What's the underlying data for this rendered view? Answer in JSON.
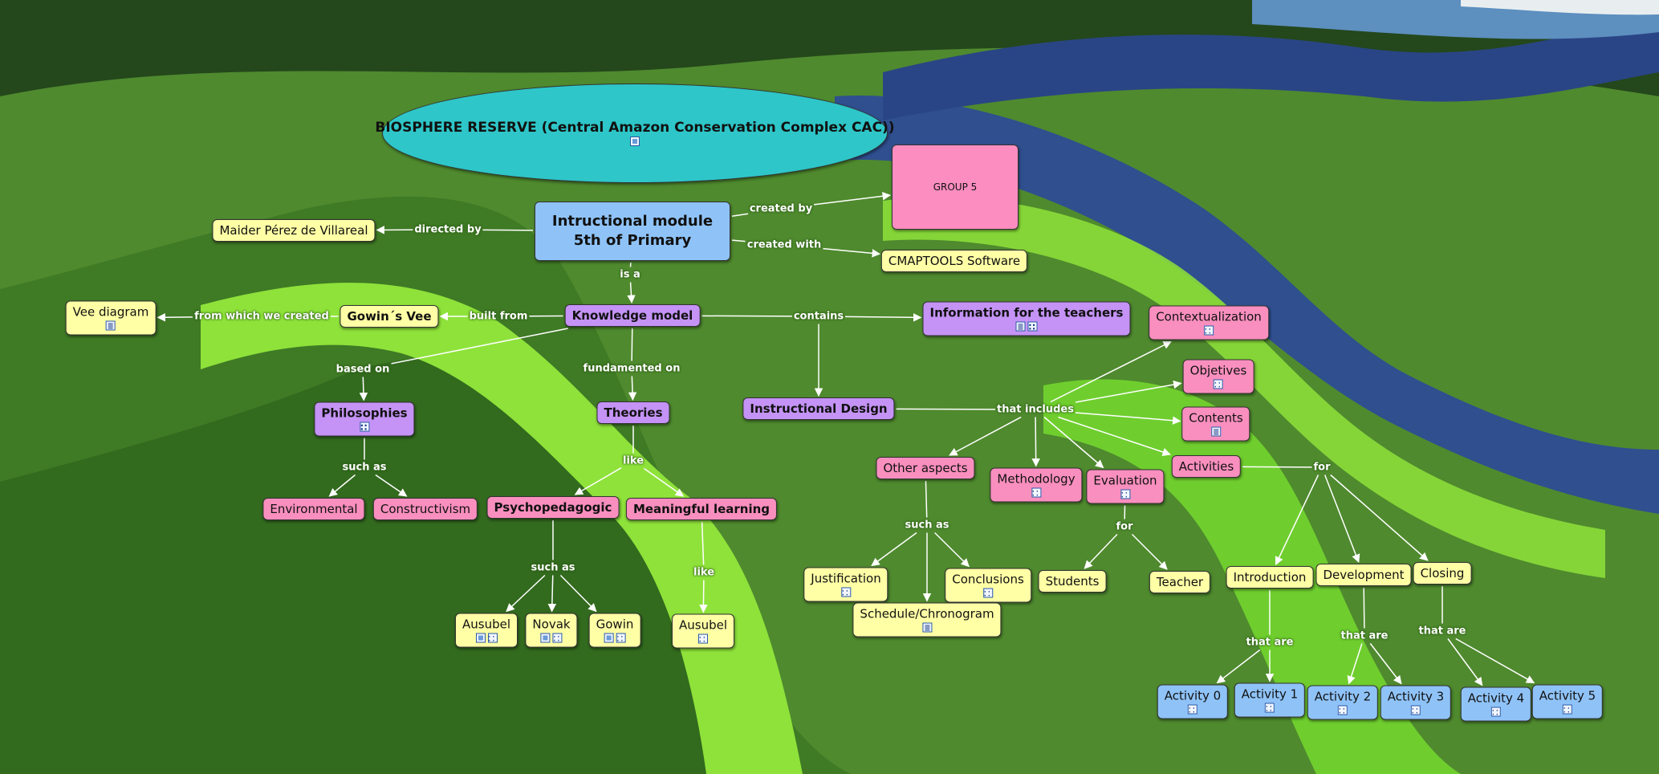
{
  "nodes": [
    {
      "id": "biosphere",
      "text": "BIOSPHERE RESERVE (Central Amazon Conservation Complex CAC))",
      "color": "teal",
      "icons": [
        "img"
      ]
    },
    {
      "id": "module",
      "text": "Intructional module\n5th of Primary",
      "color": "blue",
      "icons": []
    },
    {
      "id": "group5",
      "text": "GROUP 5",
      "color": "pinkbox",
      "icons": []
    },
    {
      "id": "maider",
      "text": "Maider Pérez de Villareal",
      "color": "yellow",
      "icons": []
    },
    {
      "id": "cmaptools",
      "text": "CMAPTOOLS Software",
      "color": "yellow",
      "icons": []
    },
    {
      "id": "knowledge",
      "text": "Knowledge model",
      "color": "purple",
      "icons": []
    },
    {
      "id": "gowinvee",
      "text": "Gowin´s Vee",
      "color": "yellow",
      "icons": []
    },
    {
      "id": "veediagram",
      "text": "Vee diagram",
      "color": "yellow",
      "icons": [
        "doc"
      ]
    },
    {
      "id": "infoteachers",
      "text": "Information for the teachers",
      "color": "purple",
      "icons": [
        "doc",
        "net"
      ]
    },
    {
      "id": "philosophies",
      "text": "Philosophies",
      "color": "purple",
      "icons": [
        "net"
      ]
    },
    {
      "id": "theories",
      "text": "Theories",
      "color": "purple",
      "icons": []
    },
    {
      "id": "instrdesign",
      "text": "Instructional Design",
      "color": "purple",
      "icons": []
    },
    {
      "id": "environmental",
      "text": "Environmental",
      "color": "pink",
      "icons": []
    },
    {
      "id": "constructivism",
      "text": "Constructivism",
      "color": "pink",
      "icons": []
    },
    {
      "id": "psycho",
      "text": "Psychopedagogic",
      "color": "pink",
      "icons": []
    },
    {
      "id": "meaningful",
      "text": "Meaningful learning",
      "color": "pink",
      "icons": []
    },
    {
      "id": "ausubel1",
      "text": "Ausubel",
      "color": "yellow",
      "icons": [
        "img",
        "net"
      ]
    },
    {
      "id": "novak",
      "text": "Novak",
      "color": "yellow",
      "icons": [
        "img",
        "net"
      ]
    },
    {
      "id": "gowin",
      "text": "Gowin",
      "color": "yellow",
      "icons": [
        "img",
        "net"
      ]
    },
    {
      "id": "ausubel2",
      "text": "Ausubel",
      "color": "yellow",
      "icons": [
        "net"
      ]
    },
    {
      "id": "contextualization",
      "text": "Contextualization",
      "color": "pink",
      "icons": [
        "net"
      ]
    },
    {
      "id": "objetives",
      "text": "Objetives",
      "color": "pink",
      "icons": [
        "net"
      ]
    },
    {
      "id": "contents",
      "text": "Contents",
      "color": "pink",
      "icons": [
        "doc"
      ]
    },
    {
      "id": "activities",
      "text": "Activities",
      "color": "pink",
      "icons": []
    },
    {
      "id": "otheraspects",
      "text": "Other aspects",
      "color": "pink",
      "icons": []
    },
    {
      "id": "methodology",
      "text": "Methodology",
      "color": "pink",
      "icons": [
        "net"
      ]
    },
    {
      "id": "evaluation",
      "text": "Evaluation",
      "color": "pink",
      "icons": [
        "net"
      ]
    },
    {
      "id": "justification",
      "text": "Justification",
      "color": "yellow",
      "icons": [
        "net"
      ]
    },
    {
      "id": "conclusions",
      "text": "Conclusions",
      "color": "yellow",
      "icons": [
        "net"
      ]
    },
    {
      "id": "schedule",
      "text": "Schedule/Chronogram",
      "color": "yellow",
      "icons": [
        "doc"
      ]
    },
    {
      "id": "students",
      "text": "Students",
      "color": "yellow",
      "icons": []
    },
    {
      "id": "teacher",
      "text": "Teacher",
      "color": "yellow",
      "icons": []
    },
    {
      "id": "introduction",
      "text": "Introduction",
      "color": "yellow",
      "icons": []
    },
    {
      "id": "development",
      "text": "Development",
      "color": "yellow",
      "icons": []
    },
    {
      "id": "closing",
      "text": "Closing",
      "color": "yellow",
      "icons": []
    },
    {
      "id": "act0",
      "text": "Activity 0",
      "color": "blue",
      "icons": [
        "net"
      ]
    },
    {
      "id": "act1",
      "text": "Activity 1",
      "color": "blue",
      "icons": [
        "net"
      ]
    },
    {
      "id": "act2",
      "text": "Activity 2",
      "color": "blue",
      "icons": [
        "net"
      ]
    },
    {
      "id": "act3",
      "text": "Activity 3",
      "color": "blue",
      "icons": [
        "net"
      ]
    },
    {
      "id": "act4",
      "text": "Activity 4",
      "color": "blue",
      "icons": [
        "net"
      ]
    },
    {
      "id": "act5",
      "text": "Activity 5",
      "color": "blue",
      "icons": [
        "net"
      ]
    }
  ],
  "linking_phrases": [
    {
      "id": "directedby",
      "text": "directed by"
    },
    {
      "id": "createdby",
      "text": "created by"
    },
    {
      "id": "createdwith",
      "text": "created with"
    },
    {
      "id": "isa",
      "text": "is a"
    },
    {
      "id": "builtfrom",
      "text": "built from"
    },
    {
      "id": "fromwhich",
      "text": "from which we created"
    },
    {
      "id": "contains",
      "text": "contains"
    },
    {
      "id": "basedon",
      "text": "based on"
    },
    {
      "id": "fundamented",
      "text": "fundamented on"
    },
    {
      "id": "suchas1",
      "text": "such as"
    },
    {
      "id": "like1",
      "text": "like"
    },
    {
      "id": "suchas2",
      "text": "such as"
    },
    {
      "id": "like2",
      "text": "like"
    },
    {
      "id": "thatincludes",
      "text": "that includes"
    },
    {
      "id": "suchas3",
      "text": "such as"
    },
    {
      "id": "for1",
      "text": "for"
    },
    {
      "id": "for2",
      "text": "for"
    },
    {
      "id": "thatare1",
      "text": "that are"
    },
    {
      "id": "thatare2",
      "text": "that are"
    },
    {
      "id": "thatare3",
      "text": "that are"
    }
  ],
  "connections": [
    [
      "module",
      "directedby"
    ],
    [
      "directedby",
      "maider"
    ],
    [
      "module",
      "createdby"
    ],
    [
      "createdby",
      "group5"
    ],
    [
      "module",
      "createdwith"
    ],
    [
      "createdwith",
      "cmaptools"
    ],
    [
      "module",
      "isa"
    ],
    [
      "isa",
      "knowledge"
    ],
    [
      "knowledge",
      "builtfrom"
    ],
    [
      "builtfrom",
      "gowinvee"
    ],
    [
      "gowinvee",
      "fromwhich"
    ],
    [
      "fromwhich",
      "veediagram"
    ],
    [
      "knowledge",
      "contains"
    ],
    [
      "contains",
      "infoteachers"
    ],
    [
      "contains",
      "instrdesign"
    ],
    [
      "knowledge",
      "basedon"
    ],
    [
      "basedon",
      "philosophies"
    ],
    [
      "knowledge",
      "fundamented"
    ],
    [
      "fundamented",
      "theories"
    ],
    [
      "philosophies",
      "suchas1"
    ],
    [
      "suchas1",
      "environmental"
    ],
    [
      "suchas1",
      "constructivism"
    ],
    [
      "theories",
      "like1"
    ],
    [
      "like1",
      "psycho"
    ],
    [
      "like1",
      "meaningful"
    ],
    [
      "psycho",
      "suchas2"
    ],
    [
      "suchas2",
      "ausubel1"
    ],
    [
      "suchas2",
      "novak"
    ],
    [
      "suchas2",
      "gowin"
    ],
    [
      "meaningful",
      "like2"
    ],
    [
      "like2",
      "ausubel2"
    ],
    [
      "instrdesign",
      "thatincludes"
    ],
    [
      "thatincludes",
      "contextualization"
    ],
    [
      "thatincludes",
      "objetives"
    ],
    [
      "thatincludes",
      "contents"
    ],
    [
      "thatincludes",
      "activities"
    ],
    [
      "thatincludes",
      "otheraspects"
    ],
    [
      "thatincludes",
      "methodology"
    ],
    [
      "thatincludes",
      "evaluation"
    ],
    [
      "otheraspects",
      "suchas3"
    ],
    [
      "suchas3",
      "justification"
    ],
    [
      "suchas3",
      "conclusions"
    ],
    [
      "suchas3",
      "schedule"
    ],
    [
      "evaluation",
      "for1"
    ],
    [
      "for1",
      "students"
    ],
    [
      "for1",
      "teacher"
    ],
    [
      "activities",
      "for2"
    ],
    [
      "for2",
      "introduction"
    ],
    [
      "for2",
      "development"
    ],
    [
      "for2",
      "closing"
    ],
    [
      "introduction",
      "thatare1"
    ],
    [
      "thatare1",
      "act0"
    ],
    [
      "thatare1",
      "act1"
    ],
    [
      "development",
      "thatare2"
    ],
    [
      "thatare2",
      "act2"
    ],
    [
      "thatare2",
      "act3"
    ],
    [
      "closing",
      "thatare3"
    ],
    [
      "thatare3",
      "act4"
    ],
    [
      "thatare3",
      "act5"
    ]
  ],
  "colors": {
    "yellow": "#ffffa6",
    "pink": "#f98fbe",
    "purple": "#c493f5",
    "blue": "#8fc3f8",
    "teal": "#2ec6c8",
    "link": "#ffffff"
  }
}
